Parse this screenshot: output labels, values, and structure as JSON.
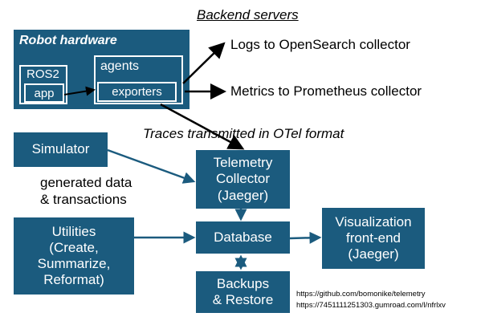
{
  "header": {
    "backend_servers": "Backend servers"
  },
  "robot_hardware": {
    "title": "Robot hardware",
    "ros2": "ROS2",
    "app": "app",
    "agents": "agents",
    "exporters": "exporters"
  },
  "outputs": {
    "logs": "Logs to OpenSearch collector",
    "metrics": "Metrics to Prometheus collector",
    "traces": "Traces transmitted in OTel format"
  },
  "simulator": {
    "label": "Simulator",
    "caption": "generated data\n& transactions"
  },
  "telemetry_collector": {
    "label": "Telemetry\nCollector\n(Jaeger)"
  },
  "utilities": {
    "label": "Utilities\n(Create,\nSummarize,\nReformat)"
  },
  "database": {
    "label": "Database"
  },
  "visualization": {
    "label": "Visualization\nfront-end\n(Jaeger)"
  },
  "backups": {
    "label": "Backups\n& Restore"
  },
  "links": {
    "github": "https://github.com/bomonike/telemetry",
    "gumroad": "https://7451111251303.gumroad.com/l/nfrlxv"
  },
  "colors": {
    "box_fill": "#1b5b7e",
    "box_text": "#ffffff",
    "arrow": "#000000"
  }
}
